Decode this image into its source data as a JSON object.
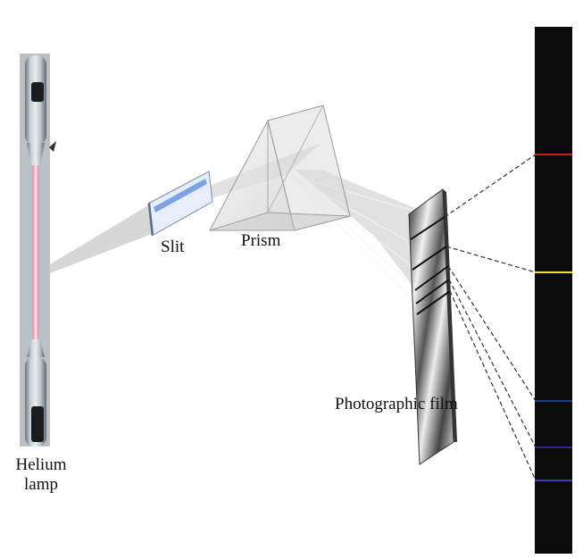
{
  "labels": {
    "lamp_line1": "Helium",
    "lamp_line2": "lamp",
    "slit": "Slit",
    "prism": "Prism",
    "film": "Photographic film"
  },
  "spectrum": {
    "background": "#0b0b0b",
    "lines": [
      {
        "color": "#d01818"
      },
      {
        "color": "#e8e030"
      },
      {
        "color": "#1e3a78"
      },
      {
        "color": "#2a2a90"
      },
      {
        "color": "#3a40c8"
      }
    ]
  },
  "colors": {
    "beam": "#b9b9b9",
    "tube_glow": "#e6a0b8",
    "dashed_line": "#333333"
  }
}
